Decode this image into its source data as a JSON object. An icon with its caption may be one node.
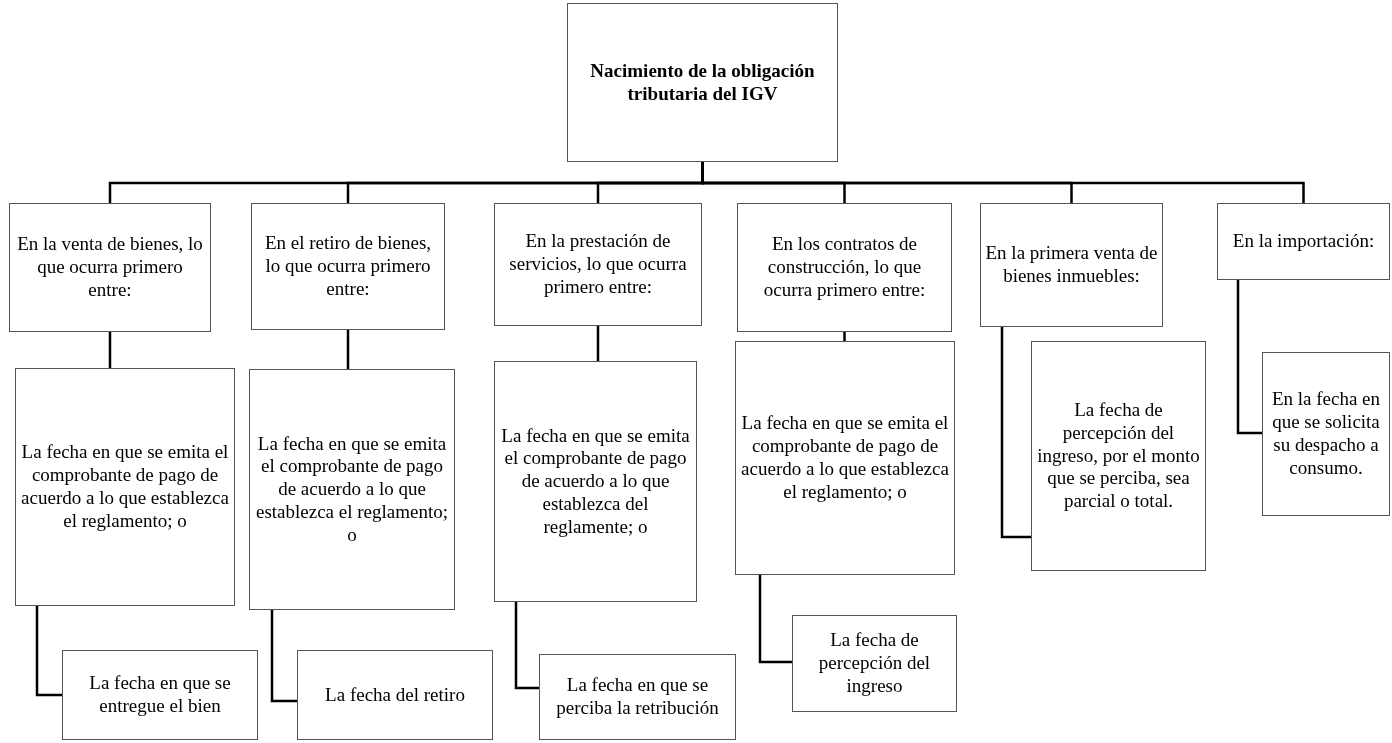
{
  "diagram": {
    "nodes": [
      {
        "text": [
          "Nacimiento de la obligación tributaria del IGV"
        ]
      },
      {
        "text": [
          "En la venta de bienes, lo que ocurra primero entre:"
        ]
      },
      {
        "text": [
          "En el retiro de bienes, lo que ocurra primero entre:"
        ]
      },
      {
        "text": [
          "En la prestación de servicios, lo que ocurra primero entre:"
        ]
      },
      {
        "text": [
          "En los contratos de construcción, lo que ocurra primero entre:"
        ]
      },
      {
        "text": [
          "En la primera venta de bienes inmuebles:"
        ]
      },
      {
        "text": [
          "En la importación:"
        ]
      },
      {
        "text": [
          "La fecha en que se emita el comprobante de pago de acuerdo a lo que establezca el reglamento; o"
        ]
      },
      {
        "text": [
          "La fecha en que se emita el comprobante de pago de acuerdo a lo que establezca el reglamento; o"
        ]
      },
      {
        "text": [
          "La fecha en que se emita el comprobante de pago de acuerdo a lo que establezca del reglamente; o"
        ]
      },
      {
        "text": [
          "La fecha en que se emita el comprobante de pago de acuerdo a lo que establezca el reglamento; o"
        ]
      },
      {
        "text": [
          "La fecha de percepción del ingreso, por el monto que se perciba, sea parcial o total."
        ]
      },
      {
        "text": [
          "En la fecha en que se solicita su despacho a consumo."
        ]
      },
      {
        "text": [
          "La fecha en que se entregue el bien"
        ]
      },
      {
        "text": [
          "La fecha del retiro"
        ]
      },
      {
        "text": [
          "La fecha en que se perciba la retribución"
        ]
      },
      {
        "text": [
          "La fecha de percepción del ingreso"
        ]
      }
    ],
    "edges": [
      {
        "from": 0,
        "to": 1,
        "arrow": "none"
      },
      {
        "from": 0,
        "to": 2,
        "arrow": "none"
      },
      {
        "from": 0,
        "to": 3,
        "arrow": "none"
      },
      {
        "from": 0,
        "to": 4,
        "arrow": "none"
      },
      {
        "from": 0,
        "to": 5,
        "arrow": "none"
      },
      {
        "from": 0,
        "to": 6,
        "arrow": "none"
      },
      {
        "from": 1,
        "to": 7,
        "arrow": "none"
      },
      {
        "from": 2,
        "to": 8,
        "arrow": "none"
      },
      {
        "from": 3,
        "to": 9,
        "arrow": "none"
      },
      {
        "from": 4,
        "to": 10,
        "arrow": "none"
      },
      {
        "from": 5,
        "to": 11,
        "arrow": "none"
      },
      {
        "from": 6,
        "to": 12,
        "arrow": "none"
      },
      {
        "from": 7,
        "to": 13,
        "arrow": "none"
      },
      {
        "from": 8,
        "to": 14,
        "arrow": "none"
      },
      {
        "from": 9,
        "to": 15,
        "arrow": "none"
      },
      {
        "from": 10,
        "to": 16,
        "arrow": "none"
      }
    ]
  }
}
